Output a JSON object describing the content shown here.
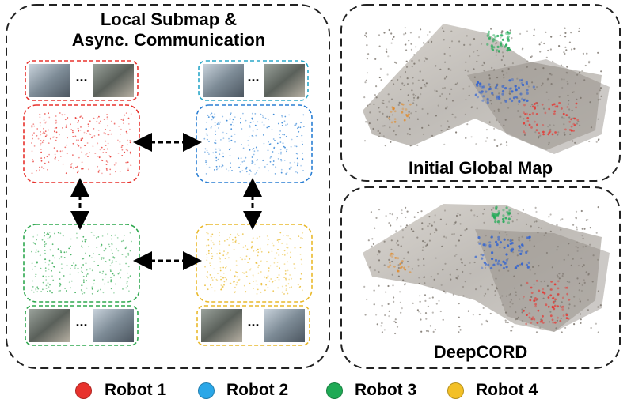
{
  "panels": {
    "local": {
      "title_line1": "Local Submap &",
      "title_line2": "Async. Communication"
    },
    "initial": {
      "title": "Initial Global Map"
    },
    "deepcord": {
      "title": "DeepCORD"
    }
  },
  "thumbnail_separator": "...",
  "robots": [
    {
      "name": "Robot 1",
      "color": "#e8322d"
    },
    {
      "name": "Robot 2",
      "color": "#2aa7e8"
    },
    {
      "name": "Robot 3",
      "color": "#1faa55"
    },
    {
      "name": "Robot 4",
      "color": "#f3c026"
    }
  ],
  "robot_boxes": [
    {
      "robot": "Robot 1",
      "color": "#e8322d"
    },
    {
      "robot": "Robot 2",
      "color": "#2a7fd4"
    },
    {
      "robot": "Robot 3",
      "color": "#2fa84f"
    },
    {
      "robot": "Robot 4",
      "color": "#e9b92b"
    }
  ]
}
